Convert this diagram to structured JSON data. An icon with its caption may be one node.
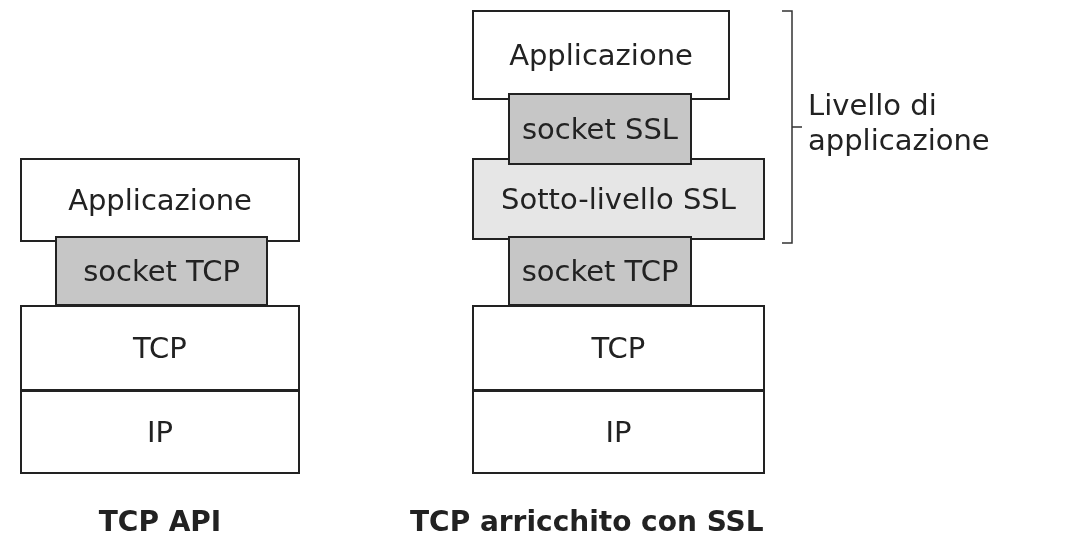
{
  "diagram": {
    "nodes": [
      {
        "text": [
          "Applicazione"
        ]
      },
      {
        "text": [
          "socket TCP"
        ]
      },
      {
        "text": [
          "TCP"
        ]
      },
      {
        "text": [
          "IP"
        ]
      },
      {
        "text": [
          "Applicazione"
        ]
      },
      {
        "text": [
          "socket SSL"
        ]
      },
      {
        "text": [
          "Sotto-livello SSL"
        ]
      },
      {
        "text": [
          "socket TCP"
        ]
      },
      {
        "text": [
          "TCP"
        ]
      },
      {
        "text": [
          "IP"
        ]
      }
    ],
    "labels": [
      "Livello di applicazione",
      "TCP API",
      "TCP arricchito con SSL"
    ]
  }
}
